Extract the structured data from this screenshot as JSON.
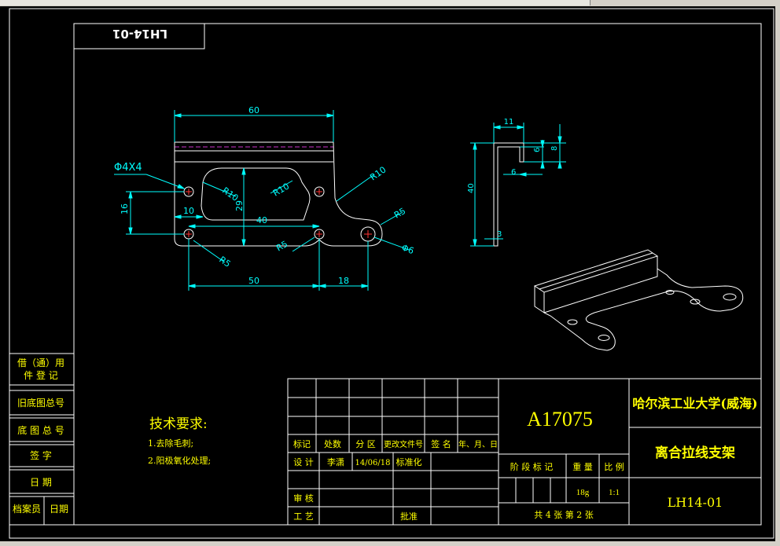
{
  "drawing_number_mirrored": "LH14-01",
  "dimensions": {
    "d60": "60",
    "d40": "40",
    "d29": "29",
    "d16": "16",
    "d10": "10",
    "d50": "50",
    "d18": "18",
    "hole_callout": "Φ4X4",
    "phi6": "Φ6",
    "r10a": "R10",
    "r10b": "R10",
    "r10c": "R10",
    "r5a": "R5",
    "r5b": "R5",
    "r5c": "R5",
    "side_11": "11",
    "side_6a": "6",
    "side_8": "8",
    "side_6b": "6",
    "side_40": "40",
    "side_3": "3"
  },
  "tech_req": {
    "title": "技术要求:",
    "line1": "1.去除毛刺;",
    "line2": "2.阳极氧化处理;"
  },
  "left_stamp": {
    "r1a": "借（通）用",
    "r1b": "件  登  记",
    "r2": "旧底图总号",
    "r3": "底 图 总 号",
    "r4": "签    字",
    "r5": "日    期",
    "r6a": "档案员",
    "r6b": "日期"
  },
  "title_block": {
    "material": "A17075",
    "university": "哈尔滨工业大学(威海)",
    "part_name": "离合拉线支架",
    "drawing_no": "LH14-01",
    "hdr_mark": "标记",
    "hdr_count": "处数",
    "hdr_zone": "分 区",
    "hdr_doc": "更改文件号",
    "hdr_sign": "签 名",
    "hdr_date": "年、月、日",
    "design": "设 计",
    "designer": "李潇",
    "design_date": "14/06/18",
    "standard": "标准化",
    "review": "审 核",
    "process": "工 艺",
    "approve": "批准",
    "stage": "阶 段 标 记",
    "weight_lbl": "重 量",
    "scale_lbl": "比 例",
    "weight": "18g",
    "scale": "1:1",
    "sheets": "共 4 张   第 2 张"
  }
}
